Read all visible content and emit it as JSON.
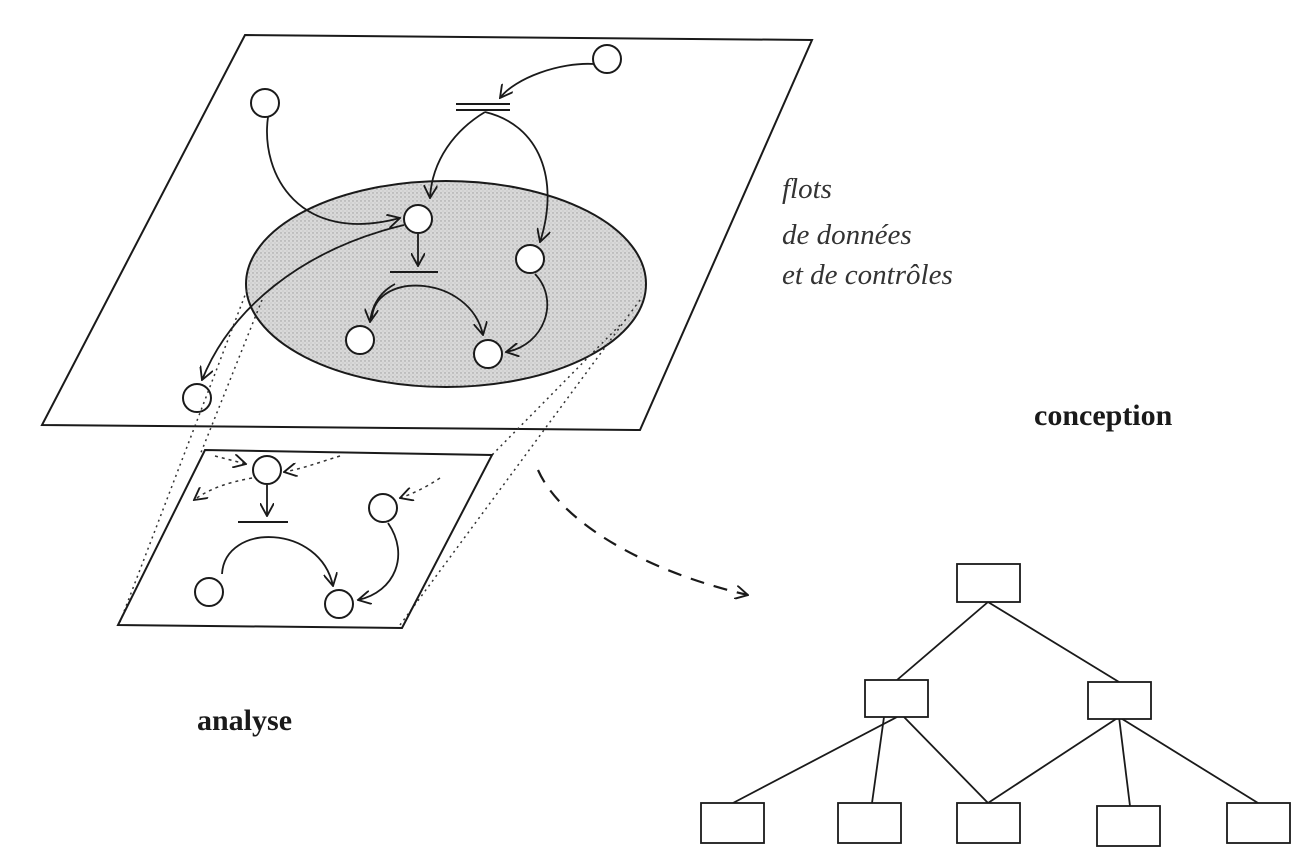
{
  "labels": {
    "flows_line1": "flots",
    "flows_line2": "de données",
    "flows_line3": "et de contrôles",
    "analysis": "analyse",
    "design": "conception"
  },
  "colors": {
    "ink": "#1a1a1a",
    "ellipse_fill": "#d6d6d6",
    "background": "#ffffff"
  }
}
